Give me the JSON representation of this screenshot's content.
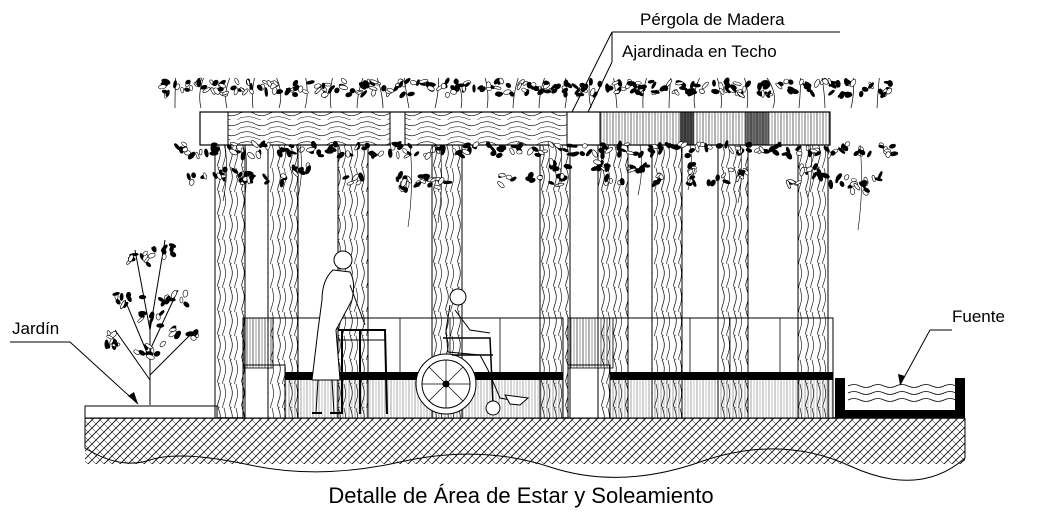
{
  "drawing": {
    "title": "Detalle de Área de Estar y Soleamiento",
    "labels": {
      "pergola": "Pérgola de Madera",
      "roof_garden": "Ajardinada en Techo",
      "garden": "Jardín",
      "fountain": "Fuente"
    }
  },
  "elements": {
    "columns_count": 9,
    "seated_wall_panels": 2,
    "figures": [
      "person-with-walker",
      "person-in-wheelchair"
    ]
  }
}
